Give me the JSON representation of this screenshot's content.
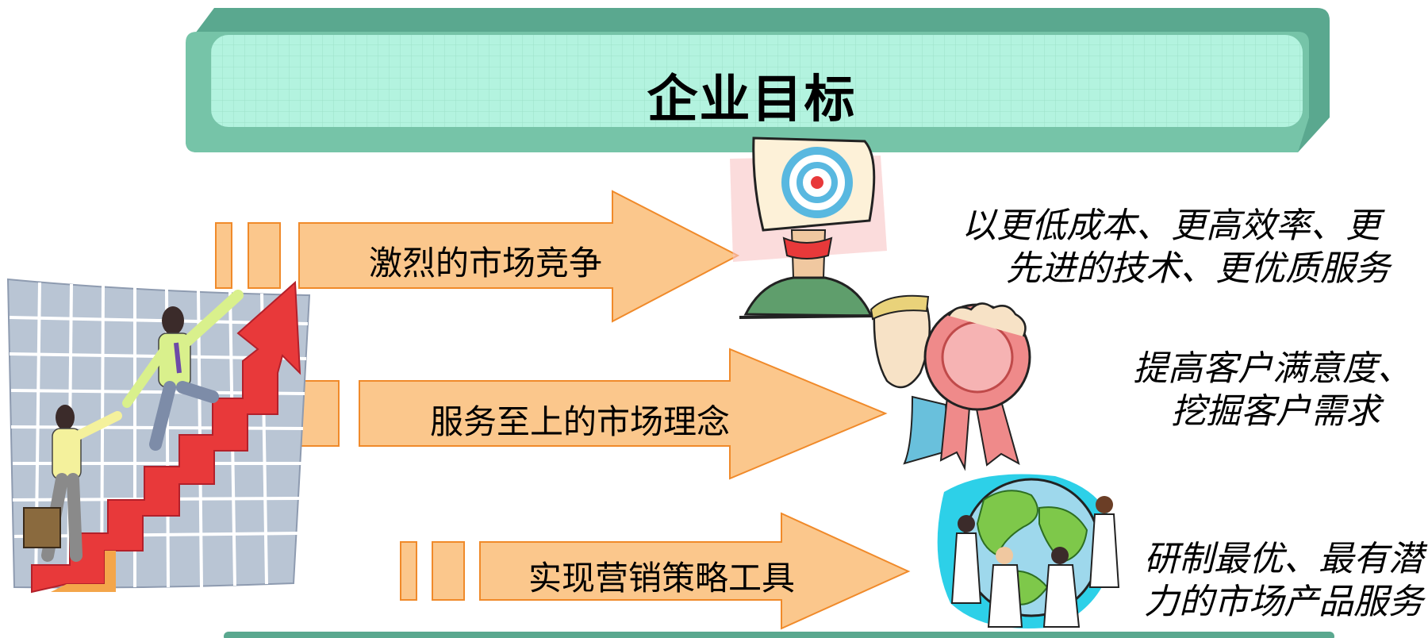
{
  "title": "企业目标",
  "arrows": [
    {
      "label": "激烈的市场竞争"
    },
    {
      "label": "服务至上的市场理念"
    },
    {
      "label": "实现营销策略工具"
    }
  ],
  "goals": [
    {
      "line1": "以更低成本、更高效率、更",
      "line2": "先进的技术、更优质服务"
    },
    {
      "line1": "提高客户满意度、",
      "line2": "挖掘客户需求"
    },
    {
      "line1": "研制最优、最有潜",
      "line2": "力的市场产品服务"
    }
  ],
  "colors": {
    "banner_fill": "#b0f0dc",
    "banner_frame": "#5aa88f",
    "arrow_fill": "#fbc78c",
    "arrow_stroke": "#f08a2a",
    "stair_red": "#e8393a"
  },
  "icons": [
    "climbing-businessmen-clipart",
    "target-sign-clipart",
    "award-ribbon-clipart",
    "globe-people-clipart"
  ]
}
